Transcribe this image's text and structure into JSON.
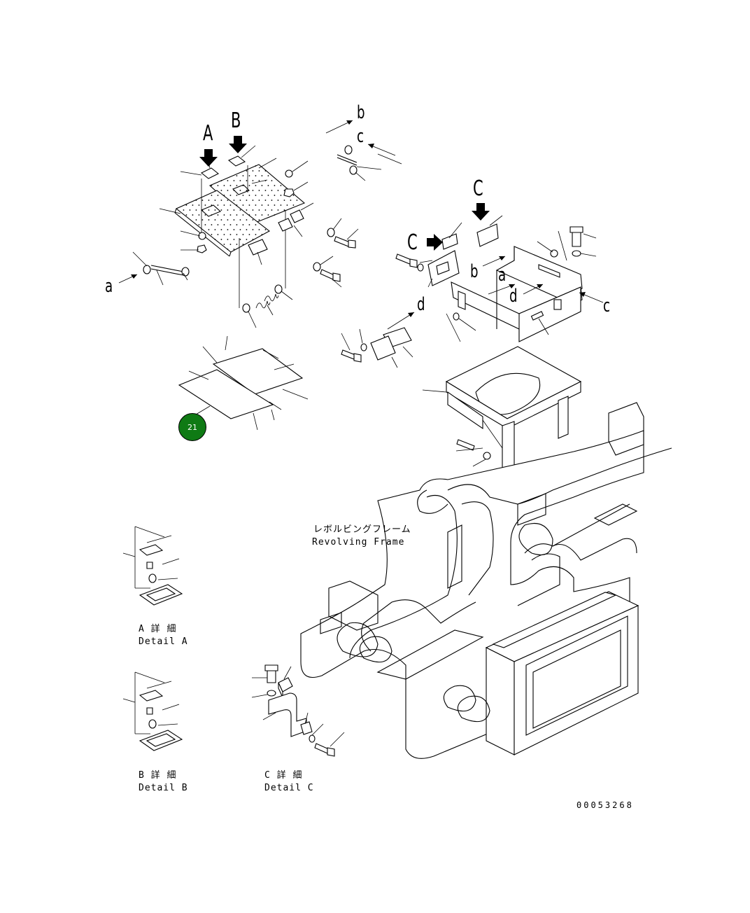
{
  "view_labels": {
    "A": "A",
    "B": "B",
    "C_top": "C",
    "C_left": "C"
  },
  "arrow_labels": {
    "a_left": "a",
    "b_top": "b",
    "c_top": "c",
    "b_right": "b",
    "a_right": "a",
    "d_right": "d",
    "c_right": "c",
    "d_mid": "d"
  },
  "frame_label": {
    "japanese": "レボルビングフレーム",
    "english": "Revolving Frame"
  },
  "details": {
    "a_jp": "A 詳 細",
    "a_en": "Detail A",
    "b_jp": "B 詳 細",
    "b_en": "Detail B",
    "c_jp": "C 詳 細",
    "c_en": "Detail C"
  },
  "callout_badge": {
    "number": "21",
    "color": "#0f7a14"
  },
  "drawing_number": "00053268"
}
